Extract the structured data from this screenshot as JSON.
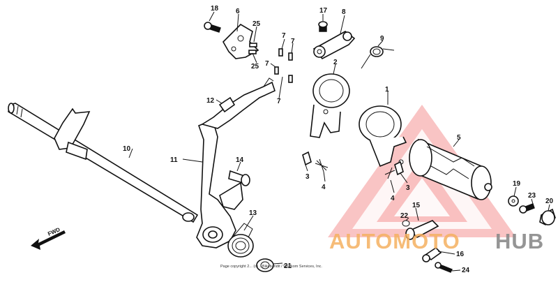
{
  "callouts": [
    "18",
    "6",
    "25",
    "25",
    "7",
    "7",
    "7",
    "7",
    "17",
    "8",
    "9",
    "2",
    "1",
    "12",
    "10",
    "11",
    "14",
    "3",
    "4",
    "3",
    "4",
    "5",
    "19",
    "23",
    "20",
    "13",
    "15",
    "22",
    "16",
    "21",
    "24"
  ],
  "fwd_label": "FWD",
  "copyright": "Page copyright 2... (c) ...Bikebandit / Wackom Services, Inc.",
  "watermark": {
    "word_orange": "AUTOMOTO",
    "word_gray": "HUB",
    "color_orange": "#f5b060",
    "color_gray": "#8a8a8a",
    "logo_color": "#f07070"
  }
}
